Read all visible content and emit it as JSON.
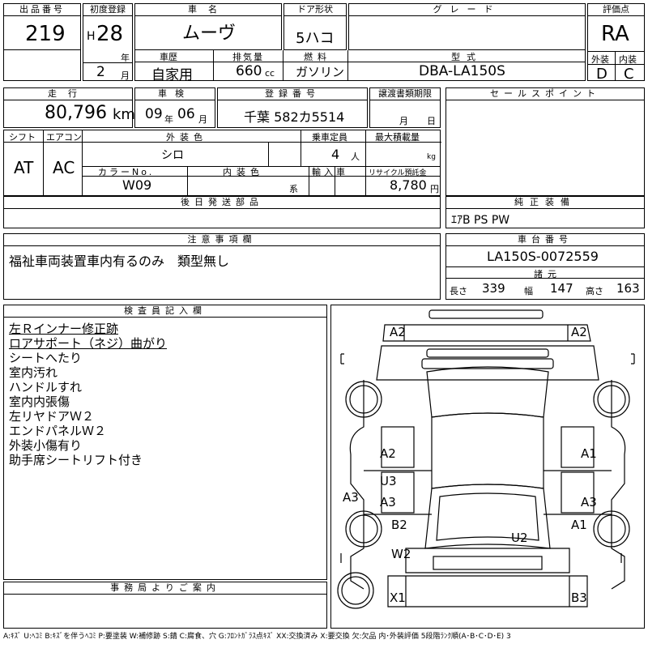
{
  "header": {
    "lot_no_label": "出品番号",
    "lot_no": "219",
    "first_reg_label": "初度登録",
    "era": "H",
    "year": "28",
    "year_unit": "年",
    "month": "2",
    "month_unit": "月",
    "name_label": "車名",
    "name": "ムーヴ",
    "door_label": "ドア形状",
    "door": "5ハコ",
    "grade_label": "グレード",
    "grade": "",
    "score_label": "評価点",
    "score": "RA",
    "history_label": "車歴",
    "history": "自家用",
    "displacement_label": "排気量",
    "displacement": "660",
    "displacement_unit": "cc",
    "fuel_label": "燃料",
    "fuel": "ガソリン",
    "model_label": "型式",
    "model": "DBA-LA150S",
    "ext_label": "外装",
    "ext": "D",
    "int_label": "内装",
    "int": "C"
  },
  "row2": {
    "mileage_label": "走行",
    "mileage": "80,796",
    "mileage_unit": "km",
    "inspection_label": "車検",
    "insp_year": "09",
    "insp_year_unit": "年",
    "insp_month": "06",
    "insp_month_unit": "月",
    "reg_no_label": "登録番号",
    "reg_no": "千葉 582カ5514",
    "transfer_label": "譲渡書類期限",
    "transfer_month": "月",
    "transfer_day": "日",
    "sales_point_label": "セールスポイント"
  },
  "row3": {
    "shift_label": "シフト",
    "shift": "AT",
    "ac_label": "エアコン",
    "ac": "AC",
    "color_label": "外装色",
    "color": "シロ",
    "capacity_label": "乗車定員",
    "capacity": "4",
    "capacity_unit": "人",
    "max_load_label": "最大積載量",
    "max_load_unit": "kg",
    "color_no_label": "カラーNo.",
    "color_no": "W09",
    "int_color_label": "内装色",
    "int_color_unit": "系",
    "import_label": "輸入車",
    "recycle_label": "リサイクル預託金",
    "recycle": "8,780",
    "recycle_unit": "円"
  },
  "later_parts_label": "後日発送部品",
  "genuine_label": "純正装備",
  "genuine": "ｴｱB PS PW",
  "caution_label": "注意事項欄",
  "caution": "福祉車両装置車内有るのみ　類型無し",
  "chassis_label": "車台番号",
  "chassis": "LA150S-0072559",
  "specs_label": "諸元",
  "length_label": "長さ",
  "length": "339",
  "width_label": "幅",
  "width": "147",
  "height_label": "高さ",
  "height": "163",
  "inspector_label": "検査員記入欄",
  "inspector_notes": [
    "左Ｒインナー修正跡",
    "ロアサポート（ネジ）曲がり",
    "シートへたり",
    "室内汚れ",
    "ハンドルすれ",
    "室内内張傷",
    "左リヤドアＷ２",
    "エンドパネルＷ２",
    "外装小傷有り",
    "助手席シートリフト付き"
  ],
  "office_label": "事務局よりご案内",
  "damage_marks": {
    "front_left": "A2",
    "front_right": "A2",
    "left_front_door": "A2",
    "right_front_door": "A1",
    "left_rocker": "U3",
    "left_rear_door": "A3",
    "right_rear_door": "A3",
    "left_rear_fender_upper": "A3",
    "left_rear_quarter": "B2",
    "right_rear_quarter": "A1",
    "roof_rear": "U2",
    "left_rear_lower": "W2",
    "rear_left": "X1",
    "rear_right": "B3"
  },
  "footer": "A:ｷｽﾞ U:ﾍｺﾐ B:ｷｽﾞを伴うﾍｺﾐ P:要塗装 W:補修跡 S:錆 C:腐食、穴 G:ﾌﾛﾝﾄｶﾞﾗｽ点ｷｽﾞ XX:交換済み X:要交換 欠:欠品 内･外装評価 5段階ﾗﾝｸ順(A･B･C･D･E) 3"
}
